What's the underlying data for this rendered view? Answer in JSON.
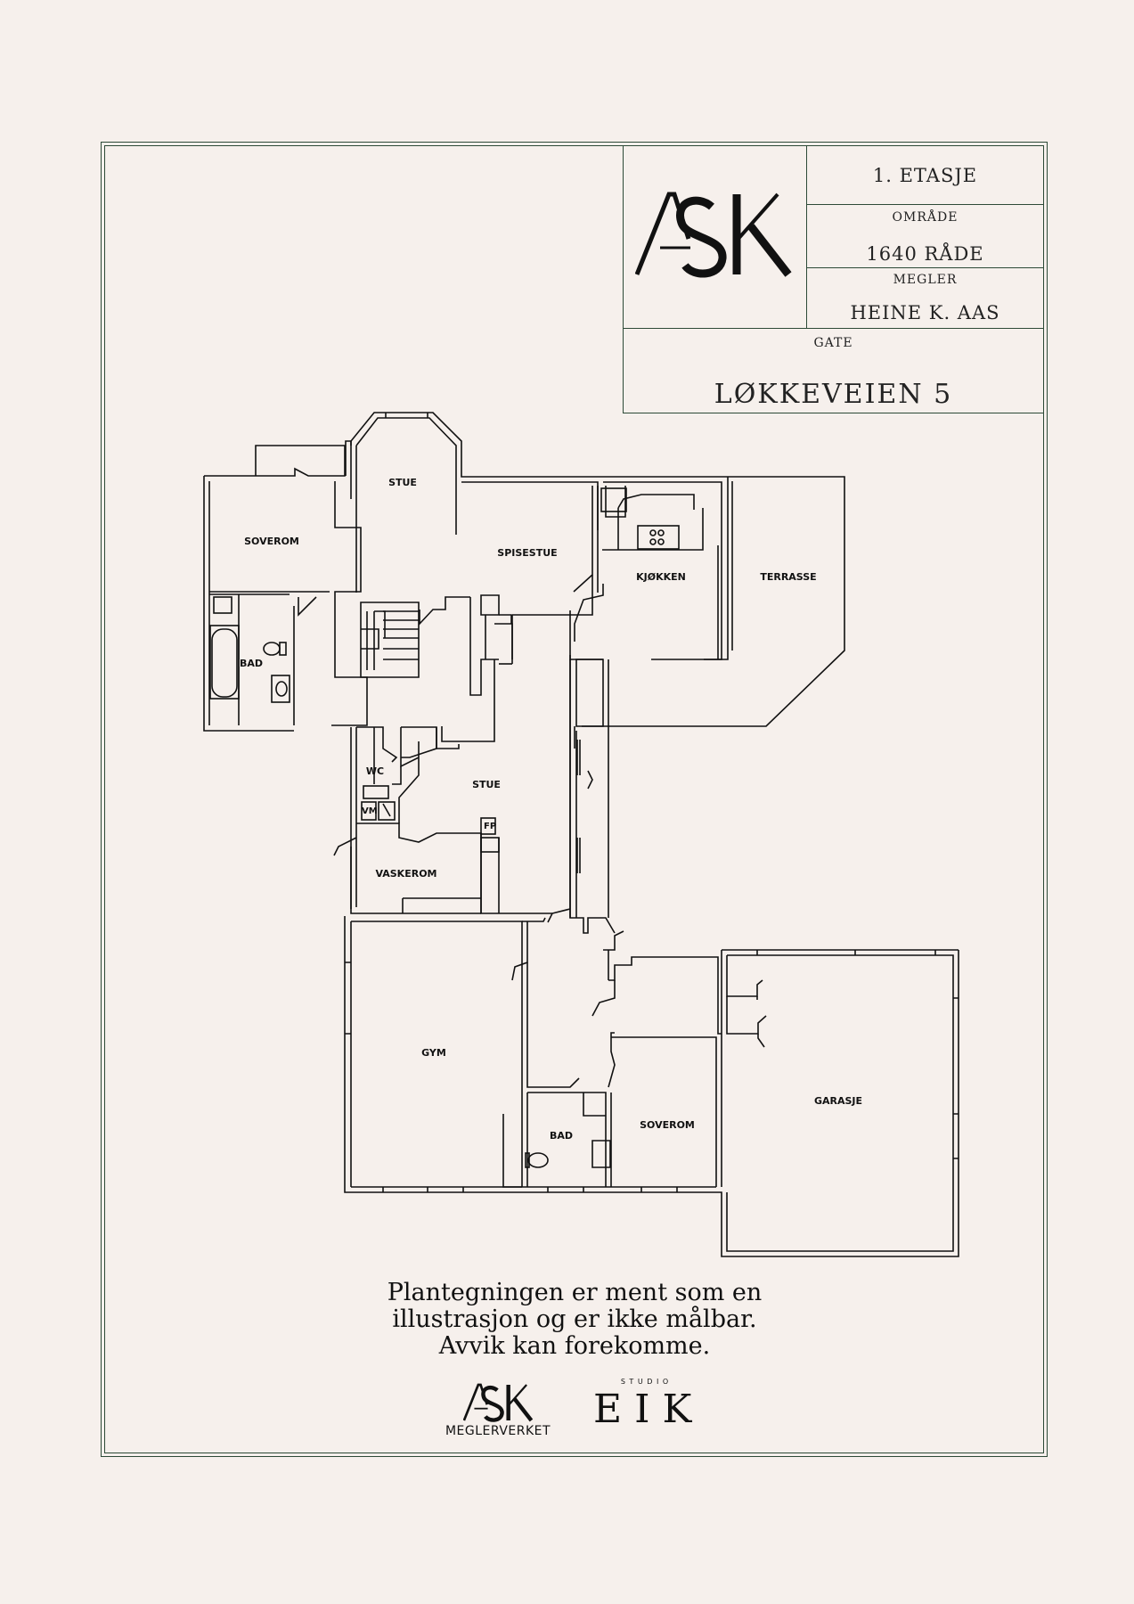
{
  "title_block": {
    "floor": "1. ETASJE",
    "area_label": "OMRÅDE",
    "area_value": "1640 RÅDE",
    "broker_label": "MEGLER",
    "broker_value": "HEINE K. AAS",
    "street_label": "GATE",
    "street_value": "LØKKEVEIEN 5",
    "logo_text": "ASK"
  },
  "rooms": {
    "stue_top": "STUE",
    "soverom_top": "SOVEROM",
    "spisestue": "SPISESTUE",
    "kjokken": "KJØKKEN",
    "terrasse": "TERRASSE",
    "bad_top": "BAD",
    "wc": "WC",
    "stue_mid": "STUE",
    "vm": "VM",
    "fp": "FP",
    "vaskerom": "VASKEROM",
    "gym": "GYM",
    "garasje": "GARASJE",
    "bad_bottom": "BAD",
    "soverom_bottom": "SOVEROM"
  },
  "disclaimer": {
    "line1": "Plantegningen er ment som en",
    "line2": "illustrasjon og er ikke målbar.",
    "line3": "Avvik kan forekomme."
  },
  "footer": {
    "ask_logo": "ASK",
    "ask_sub": "MEGLERVERKET",
    "studio_label": "S T U D I O",
    "studio_name": "EIK"
  },
  "colors": {
    "background": "#f6f0ec",
    "frame": "#2d4a37",
    "ink": "#111111"
  }
}
